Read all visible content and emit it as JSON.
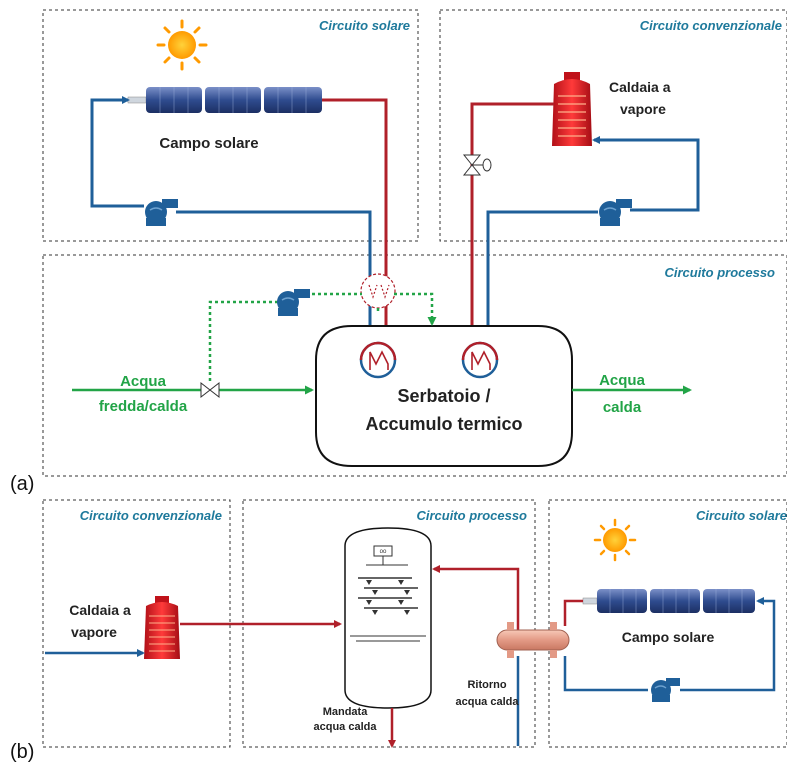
{
  "panel_a": {
    "tag": "(a)",
    "section_solar": "Circuito solare",
    "section_conventional": "Circuito convenzionale",
    "section_process": "Circuito processo",
    "solar_field_label": "Campo solare",
    "boiler_label_line1": "Caldaia a",
    "boiler_label_line2": "vapore",
    "inlet_line1": "Acqua",
    "inlet_line2": "fredda/calda",
    "outlet_line1": "Acqua",
    "outlet_line2": "calda",
    "tank_line1": "Serbatoio /",
    "tank_line2": "Accumulo termico"
  },
  "panel_b": {
    "tag": "(b)",
    "section_conventional": "Circuito convenzionale",
    "section_process": "Circuito processo",
    "section_solar": "Circuito solare",
    "boiler_label_line1": "Caldaia a",
    "boiler_label_line2": "vapore",
    "solar_field_label": "Campo solare",
    "supply_line1": "Mandata",
    "supply_line2": "acqua calda",
    "return_line1": "Ritorno",
    "return_line2": "acqua calda"
  },
  "colors": {
    "hot": "#b0202a",
    "cold": "#1f5f99",
    "process": "#22a447",
    "section_title": "#1f7a9c"
  }
}
